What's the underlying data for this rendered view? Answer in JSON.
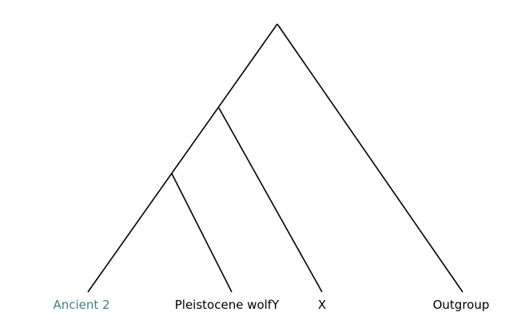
{
  "tree": {
    "leaves": [
      {
        "id": "ancient2",
        "label": "Ancient 2",
        "color": "#3f7f86"
      },
      {
        "id": "pleistocene",
        "label": "Pleistocene wolfY",
        "color": "#000000"
      },
      {
        "id": "x",
        "label": "X",
        "color": "#000000"
      },
      {
        "id": "outgroup",
        "label": "Outgroup",
        "color": "#000000"
      }
    ],
    "topology": "(((Ancient 2, Pleistocene wolfY), X), Outgroup)"
  }
}
